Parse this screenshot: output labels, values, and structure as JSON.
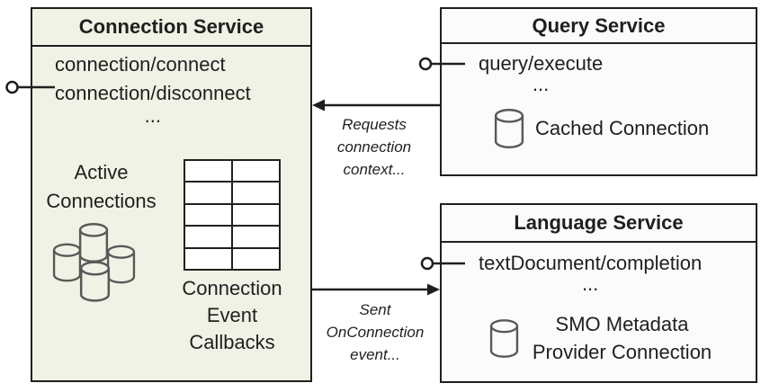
{
  "colors": {
    "connection_box_fill": "#f0f2e5",
    "service_box_fill": "#fbfbfb",
    "border": "#1f1f1f",
    "icon_stroke": "#595959"
  },
  "connection_service": {
    "title": "Connection Service",
    "methods": [
      "connection/connect",
      "connection/disconnect",
      "..."
    ],
    "active_connections_label": "Active Connections",
    "callbacks_label": "Connection Event Callbacks"
  },
  "query_service": {
    "title": "Query Service",
    "methods": [
      "query/execute",
      "..."
    ],
    "cached_connection_label": "Cached Connection"
  },
  "language_service": {
    "title": "Language Service",
    "methods": [
      "textDocument/completion",
      "..."
    ],
    "smo_label": "SMO Metadata Provider Connection"
  },
  "arrows": {
    "requests_label": "Requests connection context...",
    "sent_label": "Sent OnConnection event..."
  }
}
